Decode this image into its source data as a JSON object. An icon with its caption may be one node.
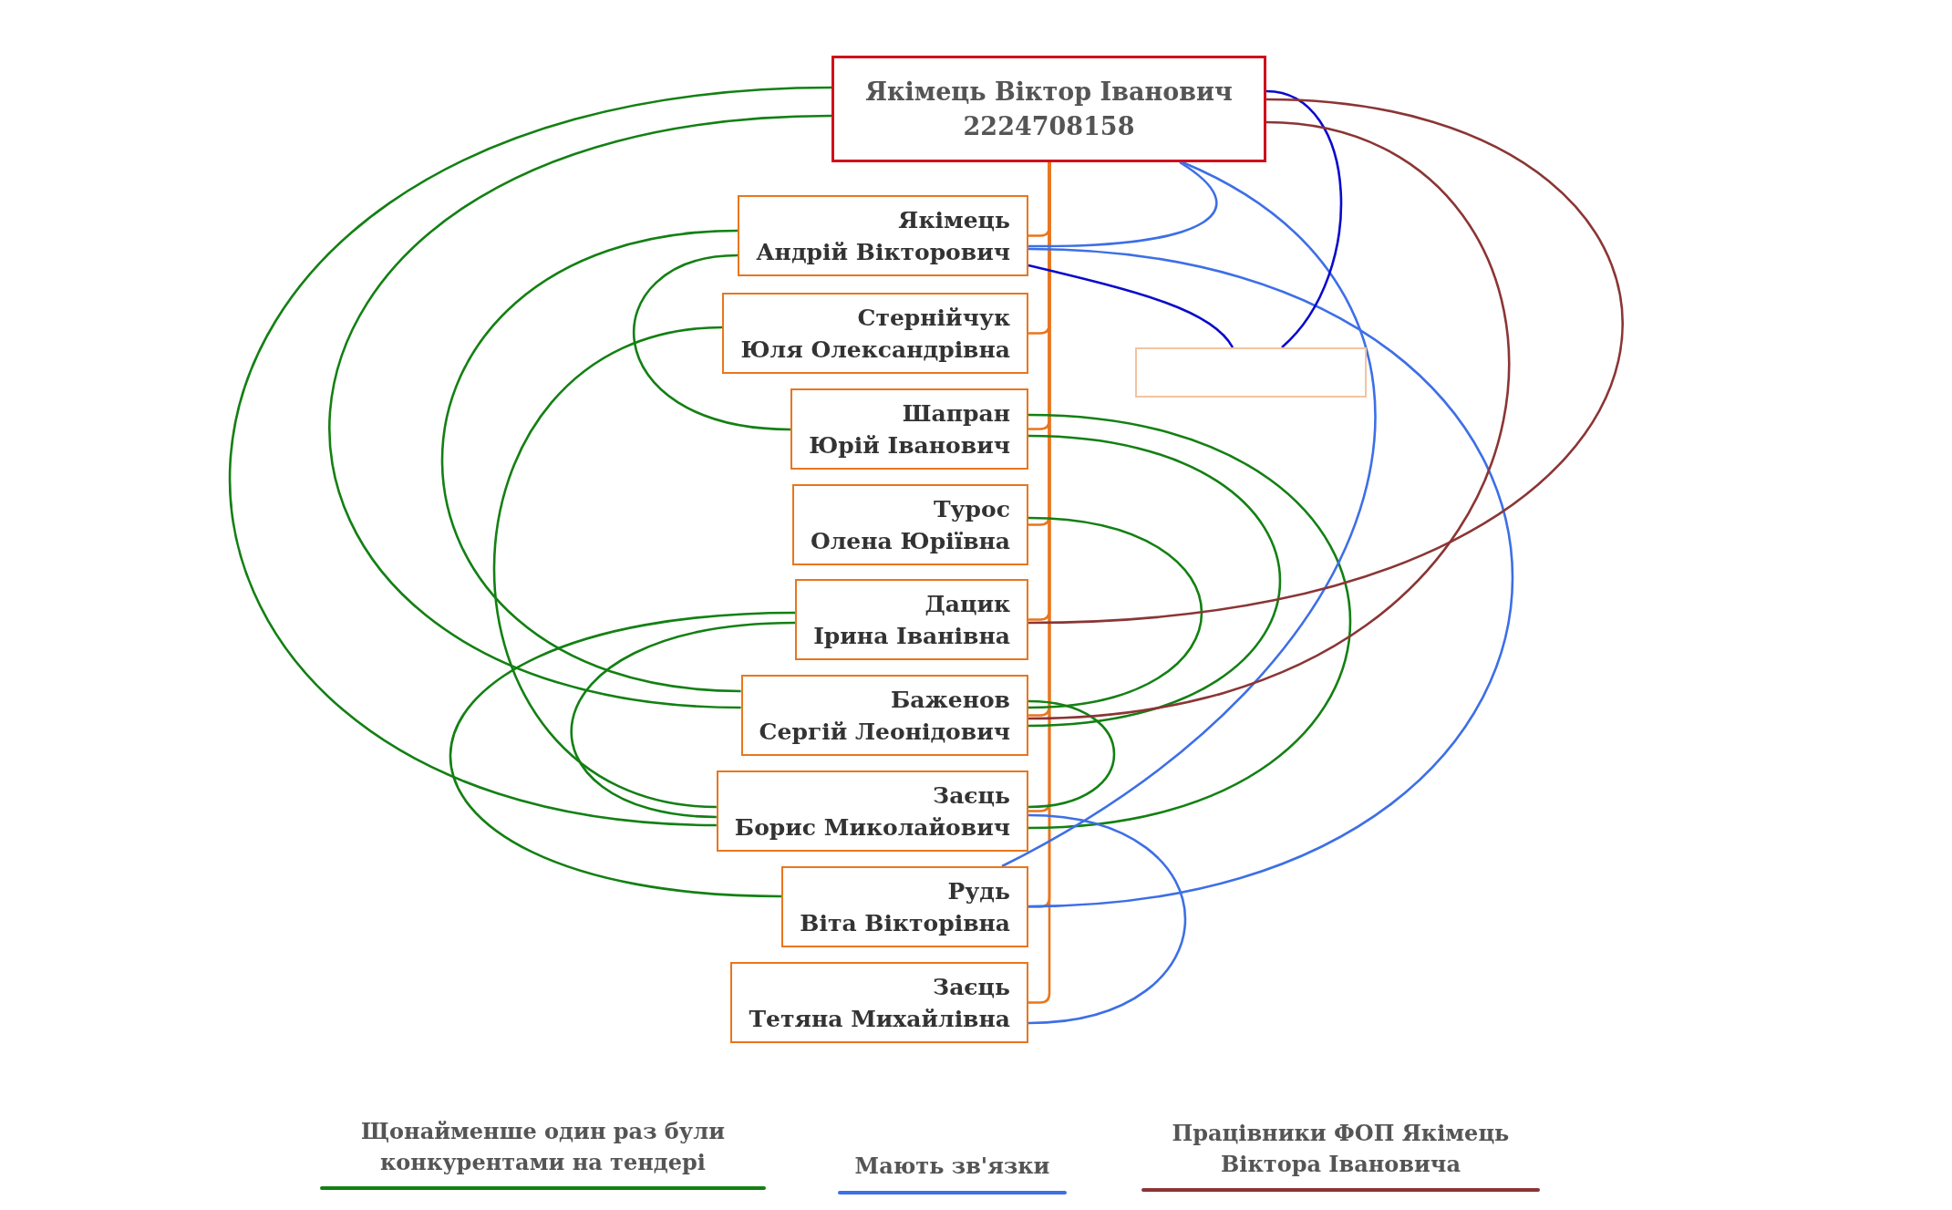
{
  "diagram": {
    "nodes": [
      {
        "text": [
          "Якімець Віктор Іванович",
          "2224708158"
        ]
      },
      {
        "text": [
          "Якімець",
          "Андрій Вікторович"
        ]
      },
      {
        "text": [
          "Стернійчук",
          "Юля Олександрівна"
        ]
      },
      {
        "text": [
          "Шапран",
          "Юрій Іванович"
        ]
      },
      {
        "text": [
          "Турос",
          "Олена Юріївна"
        ]
      },
      {
        "text": [
          "Дацик",
          "Ірина Іванівна"
        ]
      },
      {
        "text": [
          "Баженов",
          "Сергій Леонідович"
        ]
      },
      {
        "text": [
          "Заєць",
          "Борис Миколайович"
        ]
      },
      {
        "text": [
          "Рудь",
          "Віта Вікторівна"
        ]
      },
      {
        "text": [
          "Заєць",
          "Тетяна Михайлівна"
        ]
      },
      {
        "text": [],
        "shape": "box"
      }
    ],
    "edges": [
      {
        "from": 0,
        "to": 1,
        "arrow": "none",
        "color": "#e8761e"
      },
      {
        "from": 0,
        "to": 2,
        "arrow": "none",
        "color": "#e8761e"
      },
      {
        "from": 0,
        "to": 3,
        "arrow": "none",
        "color": "#e8761e"
      },
      {
        "from": 0,
        "to": 4,
        "arrow": "none",
        "color": "#e8761e"
      },
      {
        "from": 0,
        "to": 5,
        "arrow": "none",
        "color": "#e8761e"
      },
      {
        "from": 0,
        "to": 6,
        "arrow": "none",
        "color": "#e8761e"
      },
      {
        "from": 0,
        "to": 7,
        "arrow": "none",
        "color": "#e8761e"
      },
      {
        "from": 0,
        "to": 8,
        "arrow": "none",
        "color": "#e8761e"
      },
      {
        "from": 0,
        "to": 9,
        "arrow": "none",
        "color": "#e8761e"
      },
      {
        "from": 0,
        "to": 7,
        "arrow": "none"
      },
      {
        "from": 0,
        "to": 6,
        "arrow": "none"
      },
      {
        "from": 1,
        "to": 6,
        "arrow": "none"
      },
      {
        "from": 1,
        "to": 3,
        "arrow": "none"
      },
      {
        "from": 2,
        "to": 7,
        "arrow": "none"
      },
      {
        "from": 5,
        "to": 8,
        "arrow": "none"
      },
      {
        "from": 5,
        "to": 7,
        "arrow": "none"
      },
      {
        "from": 3,
        "to": 7,
        "arrow": "none"
      },
      {
        "from": 3,
        "to": 6,
        "arrow": "none"
      },
      {
        "from": 4,
        "to": 6,
        "arrow": "none"
      },
      {
        "from": 6,
        "to": 7,
        "arrow": "none"
      },
      {
        "from": 0,
        "to": 1,
        "arrow": "none",
        "color": "#3d6fe6"
      },
      {
        "from": 0,
        "to": 8,
        "arrow": "none",
        "color": "#3d6fe6"
      },
      {
        "from": 1,
        "to": 8,
        "arrow": "none",
        "color": "#3d6fe6"
      },
      {
        "from": 7,
        "to": 9,
        "arrow": "none",
        "color": "#3d6fe6"
      },
      {
        "from": 0,
        "to": 10,
        "arrow": "none",
        "color": "#0a0acc"
      },
      {
        "from": 1,
        "to": 10,
        "arrow": "none",
        "color": "#0a0acc"
      },
      {
        "from": 0,
        "to": 5,
        "arrow": "none",
        "color": "#8b3535"
      },
      {
        "from": 0,
        "to": 6,
        "arrow": "none",
        "color": "#8b3535"
      }
    ],
    "legend": [
      {
        "text": "Щонайменше один раз були конкурентами на тендері",
        "color": "#138013"
      },
      {
        "text": "Мають зв'язки",
        "color": "#3d6fe6"
      },
      {
        "text": "Працівники ФОП Якімець Віктора Івановича",
        "color": "#8b3535"
      }
    ]
  }
}
